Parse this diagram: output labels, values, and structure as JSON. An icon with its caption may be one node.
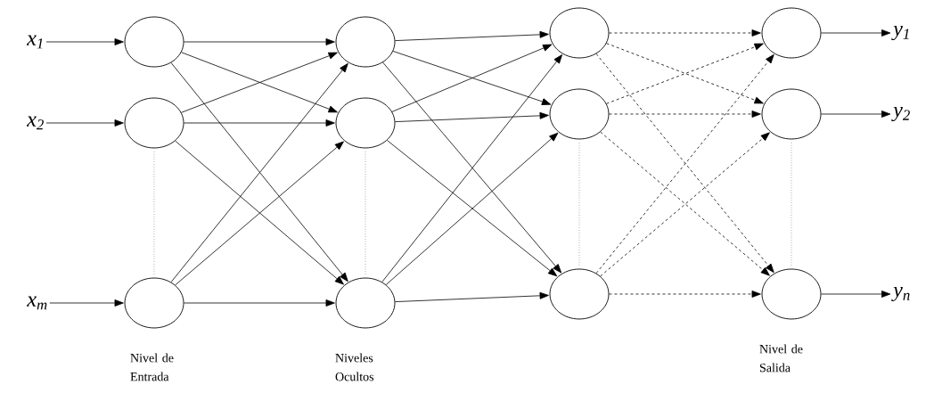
{
  "diagram": {
    "nodes": [
      {
        "text": [
          "x$_{1}$"
        ]
      },
      {
        "text": [
          "x$_{2}$"
        ]
      },
      {
        "text": [
          "x$_{m}$"
        ]
      },
      {
        "text": [],
        "shape": "circle"
      },
      {
        "text": [],
        "shape": "circle"
      },
      {
        "text": [],
        "shape": "circle"
      },
      {
        "text": [],
        "shape": "circle"
      },
      {
        "text": [],
        "shape": "circle"
      },
      {
        "text": [],
        "shape": "circle"
      },
      {
        "text": [],
        "shape": "circle"
      },
      {
        "text": [],
        "shape": "circle"
      },
      {
        "text": [],
        "shape": "circle"
      },
      {
        "text": [],
        "shape": "circle"
      },
      {
        "text": [],
        "shape": "circle"
      },
      {
        "text": [],
        "shape": "circle"
      },
      {
        "text": [
          "y$_{1}$"
        ]
      },
      {
        "text": [
          "y$_{2}$"
        ]
      },
      {
        "text": [
          "y$_{n}$"
        ]
      }
    ],
    "edges": [
      {
        "from": 0,
        "to": 3,
        "arrow": "to"
      },
      {
        "from": 1,
        "to": 4,
        "arrow": "to"
      },
      {
        "from": 2,
        "to": 5,
        "arrow": "to"
      },
      {
        "from": 3,
        "to": 6,
        "arrow": "to"
      },
      {
        "from": 3,
        "to": 7,
        "arrow": "to"
      },
      {
        "from": 3,
        "to": 8,
        "arrow": "to"
      },
      {
        "from": 4,
        "to": 6,
        "arrow": "to"
      },
      {
        "from": 4,
        "to": 7,
        "arrow": "to"
      },
      {
        "from": 4,
        "to": 8,
        "arrow": "to"
      },
      {
        "from": 5,
        "to": 6,
        "arrow": "to"
      },
      {
        "from": 5,
        "to": 7,
        "arrow": "to"
      },
      {
        "from": 5,
        "to": 8,
        "arrow": "to"
      },
      {
        "from": 6,
        "to": 9,
        "arrow": "to"
      },
      {
        "from": 6,
        "to": 10,
        "arrow": "to"
      },
      {
        "from": 6,
        "to": 11,
        "arrow": "to"
      },
      {
        "from": 7,
        "to": 9,
        "arrow": "to"
      },
      {
        "from": 7,
        "to": 10,
        "arrow": "to"
      },
      {
        "from": 7,
        "to": 11,
        "arrow": "to"
      },
      {
        "from": 8,
        "to": 9,
        "arrow": "to"
      },
      {
        "from": 8,
        "to": 10,
        "arrow": "to"
      },
      {
        "from": 8,
        "to": 11,
        "arrow": "to"
      },
      {
        "from": 9,
        "to": 12,
        "arrow": "to",
        "style": "dashed"
      },
      {
        "from": 9,
        "to": 13,
        "arrow": "to",
        "style": "dashed"
      },
      {
        "from": 9,
        "to": 14,
        "arrow": "to",
        "style": "dashed"
      },
      {
        "from": 10,
        "to": 12,
        "arrow": "to",
        "style": "dashed"
      },
      {
        "from": 10,
        "to": 13,
        "arrow": "to",
        "style": "dashed"
      },
      {
        "from": 10,
        "to": 14,
        "arrow": "to",
        "style": "dashed"
      },
      {
        "from": 11,
        "to": 12,
        "arrow": "to",
        "style": "dashed"
      },
      {
        "from": 11,
        "to": 13,
        "arrow": "to",
        "style": "dashed"
      },
      {
        "from": 11,
        "to": 14,
        "arrow": "to",
        "style": "dashed"
      },
      {
        "from": 12,
        "to": 15,
        "arrow": "to"
      },
      {
        "from": 13,
        "to": 16,
        "arrow": "to"
      },
      {
        "from": 14,
        "to": 17,
        "arrow": "to"
      }
    ],
    "labels": [
      "Nivel de Entrada",
      "Niveles Ocultos",
      "Nivel de Salida"
    ]
  }
}
